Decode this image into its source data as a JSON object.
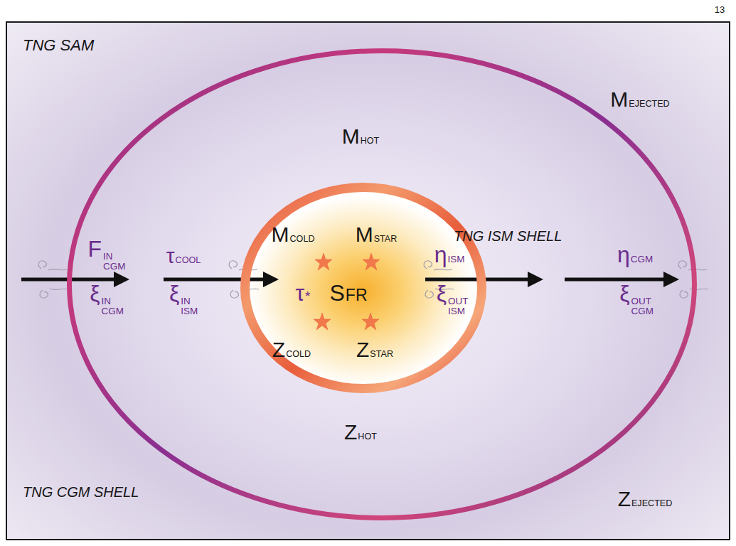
{
  "diagram": {
    "nodes": [
      {
        "text": [
          "TNG SAM",
          "MEJECTED",
          "ZEJECTED"
        ]
      },
      {
        "text": [
          "MHOT",
          "ZHOT",
          "TNG CGM SHELL"
        ],
        "in": 0
      },
      {
        "text": [
          "MCOLD",
          "MSTAR",
          "τ*",
          "SFR",
          "ZCOLD",
          "ZSTAR",
          "TNG ISM SHELL"
        ],
        "in": 1
      }
    ],
    "edges": [
      {
        "from": 0,
        "to": 1,
        "label": "FINCGM",
        "arrow": "to"
      },
      {
        "from": 1,
        "to": 2,
        "label": "τCOOL",
        "arrow": "to"
      },
      {
        "from": 2,
        "to": 1,
        "label": "ηISM",
        "arrow": "to"
      },
      {
        "from": 1,
        "to": 0,
        "label": "ηCGM",
        "arrow": "to"
      }
    ],
    "labels": [
      "13",
      "ξINCGM",
      "ξINISM",
      "ξOUTISM",
      "ξOUTCGM"
    ]
  }
}
